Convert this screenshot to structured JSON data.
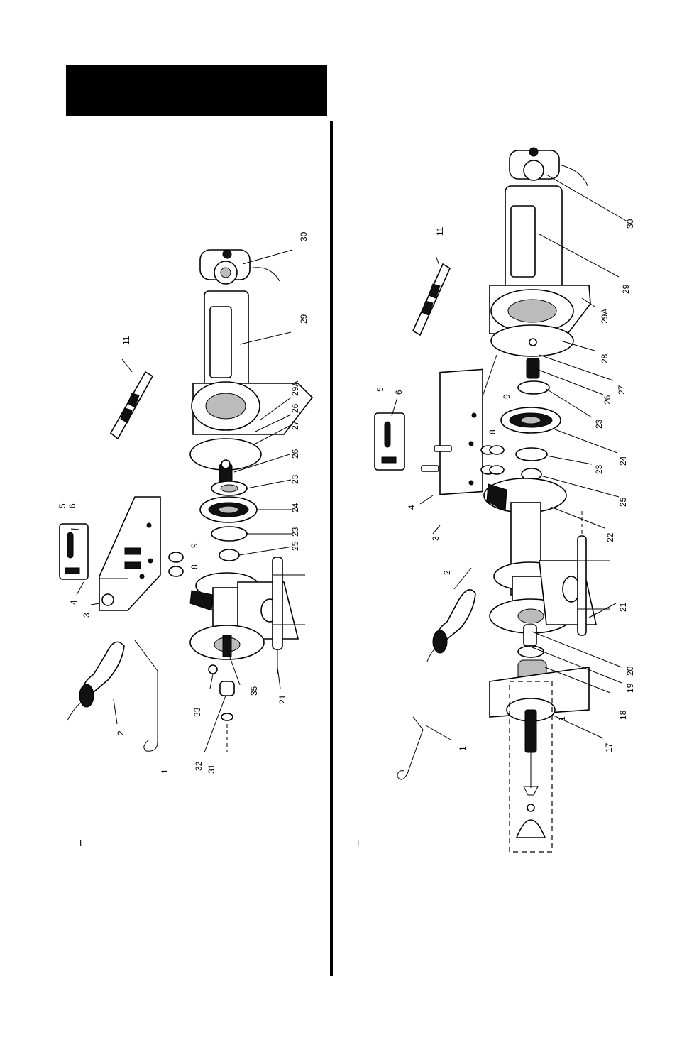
{
  "colors": {
    "ink": "#000000",
    "paper": "#ffffff"
  },
  "left_labels": [
    "1",
    "2",
    "3",
    "4",
    "5",
    "6",
    "8",
    "9",
    "11",
    "21",
    "23",
    "23",
    "24",
    "25",
    "26",
    "26",
    "27",
    "29",
    "29A",
    "30",
    "31",
    "32",
    "33",
    "35"
  ],
  "right_labels": [
    "1",
    "1",
    "2",
    "3",
    "4",
    "5",
    "6",
    "8",
    "9",
    "11",
    "17",
    "18",
    "19",
    "20",
    "21",
    "22",
    "23",
    "23",
    "24",
    "25",
    "26",
    "27",
    "28",
    "29",
    "29A",
    "30"
  ],
  "left_marker": "I",
  "right_marker": "I"
}
